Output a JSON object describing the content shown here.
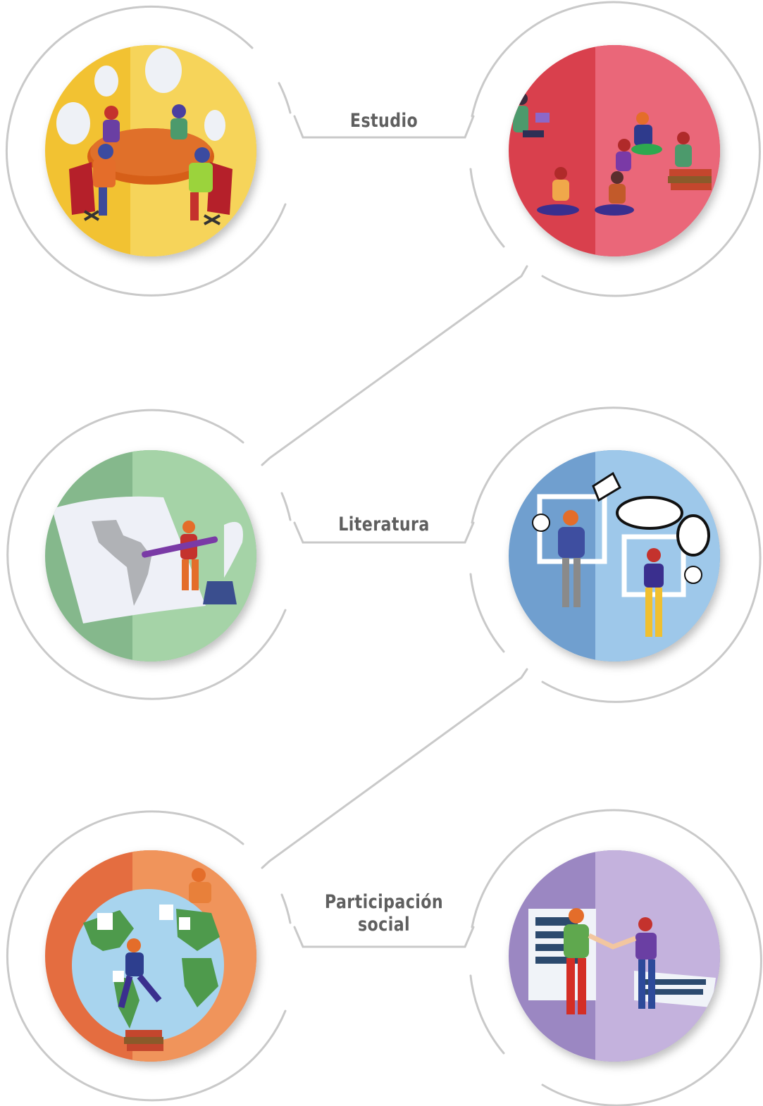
{
  "colors": {
    "ring": "#c9c9c9",
    "label_text": "#5f5f5f",
    "yellow": "#f2c230",
    "red": "#e3475c",
    "green": "#8fc493",
    "blue": "#7fb2de",
    "orange": "#ea7e45",
    "purple": "#a996cc"
  },
  "labels": {
    "row1": "Estudio",
    "row2": "Literatura",
    "row3_line1": "Participación",
    "row3_line2": "social"
  },
  "illustrations": [
    "round-table-discussion",
    "group-reading",
    "latin-america-map-quill",
    "comic-frames-dialogue",
    "globe-spanish-letter",
    "handshake-documents"
  ]
}
